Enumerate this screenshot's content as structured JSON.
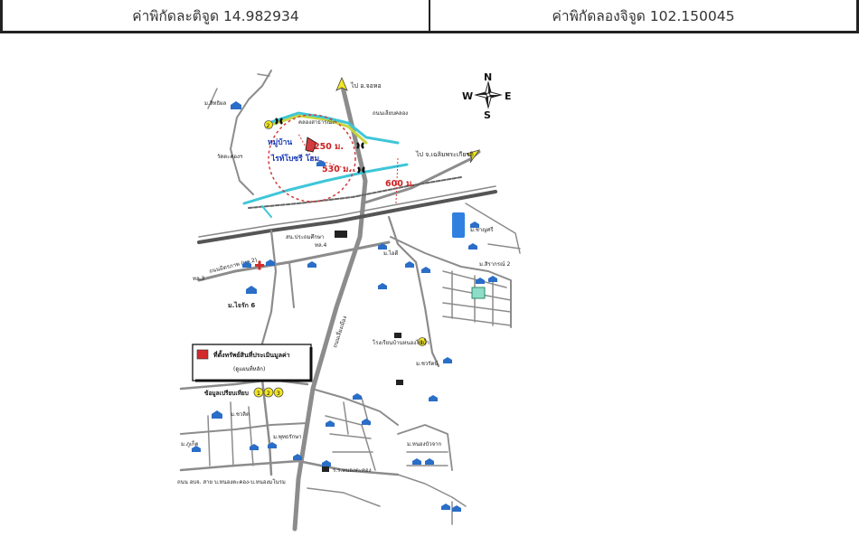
{
  "coords": {
    "latitude_label": "ค่าพิกัดละติจูด 14.982934",
    "longitude_label": "ค่าพิกัดลองจิจูด 102.150045"
  },
  "compass": {
    "n": "N",
    "s": "S",
    "e": "E",
    "w": "W"
  },
  "map": {
    "dist_250": "250 ม.",
    "dist_530": "530 ม.",
    "dist_600": "600 ม.",
    "village_name_line1": "หมู่บ้าน",
    "village_name_line2": "ไรท์โบซรี โฮม",
    "to_north": "ไป อ.จอหอ",
    "to_ne": "ไป จ.เฉลิมพระเกียรติ",
    "legend_text_line1": "ที่ตั้งทรัพย์สินที่ประเมินมูลค่า",
    "legend_text_line2": "(ดูแผนที่หลัก)",
    "info_text": "ข้อมูลเปรียบเทียบ",
    "info_nums": [
      "1",
      "2",
      "3"
    ],
    "num_marker_1": "1",
    "num_marker_2": "2",
    "labels": {
      "l1": "ม.สิทธิผล",
      "l2": "วัดตะคองฯ",
      "l3": "คลองสาธารณะ",
      "l4": "ถนนเลียบคลอง",
      "l5": "สน.ประถมศึกษา",
      "l6": "ถนนมิตรภาพ (ทล.2)",
      "l7": "ทล.4",
      "l8": "ม.ไจรัก 6",
      "l9": "ม.ชาญศรี",
      "l10": "ม.สิรากรณ์ 2",
      "l11": "ม.ชวรัตน์",
      "l12": "ม.ไอดี",
      "l13": "ถนนเลี่ยงเมือง",
      "l14": "โรงเรียนบ้านหนองไข่น้ำ",
      "l15": "ม.ภูเก็ต",
      "l16": "ม.ชวลิต",
      "l17": "ถนน อบจ. สาย บ.หนองตะคอง-บ.หนองมโนรม",
      "l18": "ร.ร.หนองตะคอง",
      "l19": "ม.พุทธรักษา",
      "l20": "ม.หนองบัวจาก",
      "l21": "ทล.3"
    }
  },
  "colors": {
    "road": "#8c8c8c",
    "road_dark": "#3a3a3a",
    "canal": "#3ec6d8",
    "canal_alt": "#c8d640",
    "circle": "#d23c3c",
    "marker_fill": "#f2e520",
    "village_icon": "#2a6ec7",
    "pond": "#2f80e0",
    "legend_swatch": "#d32b2b"
  }
}
